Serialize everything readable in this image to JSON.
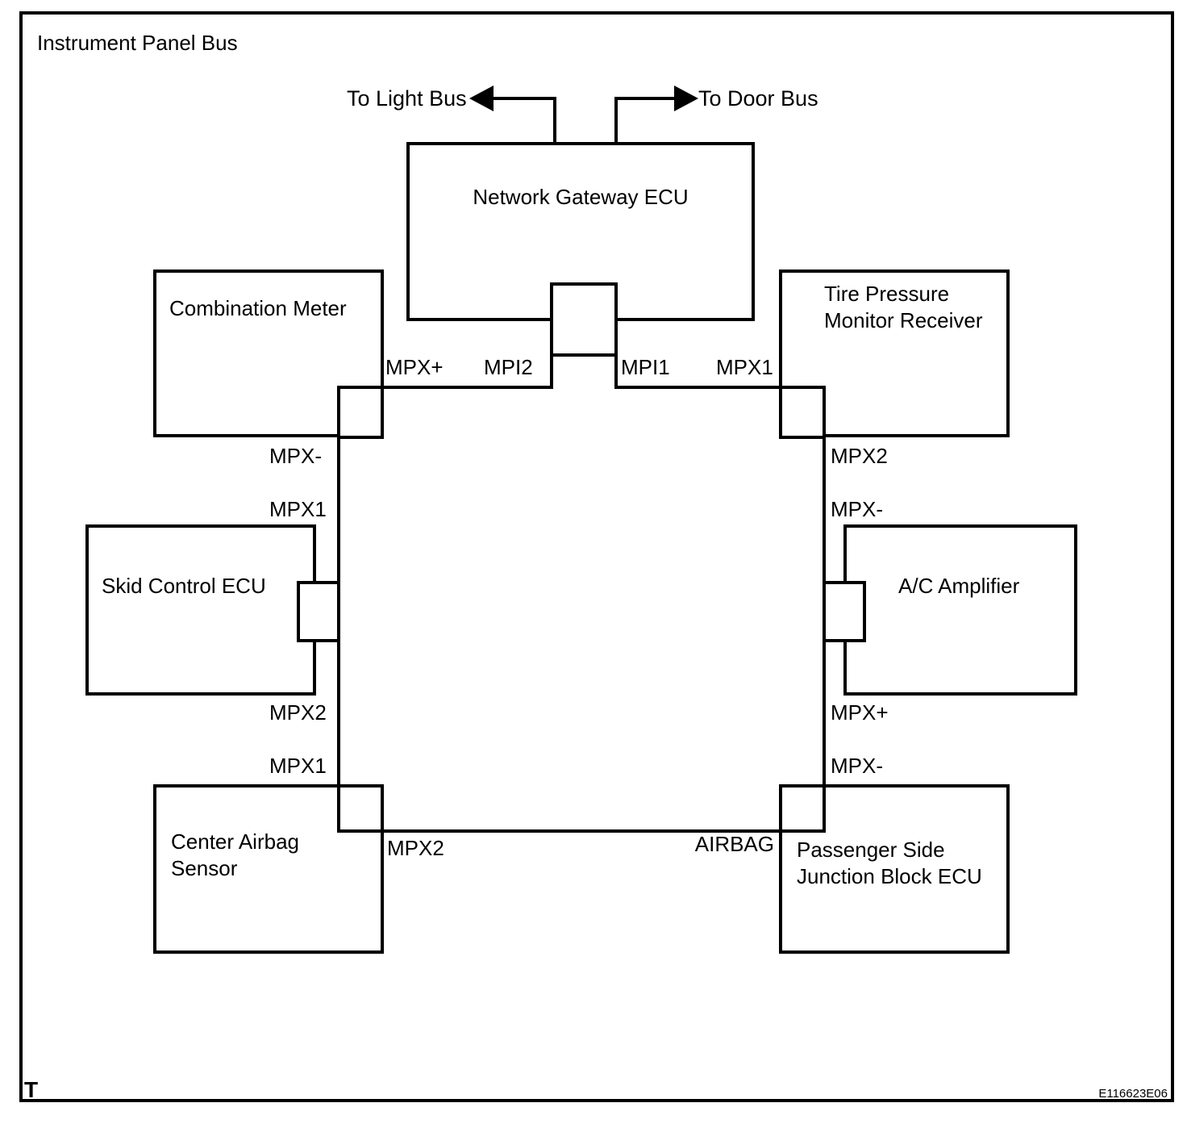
{
  "diagram": {
    "title": "Instrument Panel Bus",
    "corner_mark": "T",
    "reference_code": "E116623E06",
    "line_color": "#000000",
    "background_color": "#ffffff"
  },
  "external_links": [
    {
      "label": "To Light Bus",
      "direction": "left"
    },
    {
      "label": "To Door Bus",
      "direction": "right"
    }
  ],
  "nodes": [
    {
      "id": "network-gateway-ecu",
      "label": "Network Gateway ECU",
      "label_lines": [
        "Network Gateway ECU"
      ]
    },
    {
      "id": "combination-meter",
      "label": "Combination Meter",
      "label_lines": [
        "Combination Meter"
      ]
    },
    {
      "id": "tire-pressure-monitor-receiver",
      "label": "Tire Pressure Monitor Receiver",
      "label_lines": [
        "Tire Pressure",
        "Monitor Receiver"
      ]
    },
    {
      "id": "skid-control-ecu",
      "label": "Skid Control ECU",
      "label_lines": [
        "Skid Control ECU"
      ]
    },
    {
      "id": "ac-amplifier",
      "label": "A/C Amplifier",
      "label_lines": [
        "A/C Amplifier"
      ]
    },
    {
      "id": "center-airbag-sensor",
      "label": "Center Airbag Sensor",
      "label_lines": [
        "Center Airbag",
        "Sensor"
      ]
    },
    {
      "id": "passenger-side-junction-block-ecu",
      "label": "Passenger Side Junction Block ECU",
      "label_lines": [
        "Passenger Side",
        "Junction Block ECU"
      ]
    }
  ],
  "pin_labels": {
    "combination_meter_mpx_plus": "MPX+",
    "gateway_mpi2": "MPI2",
    "gateway_mpi1": "MPI1",
    "tire_pressure_mpx1": "MPX1",
    "combination_meter_mpx_minus": "MPX-",
    "skid_control_mpx1": "MPX1",
    "tire_pressure_mpx2": "MPX2",
    "ac_amplifier_mpx_minus": "MPX-",
    "skid_control_mpx2": "MPX2",
    "center_airbag_mpx1": "MPX1",
    "ac_amplifier_mpx_plus": "MPX+",
    "junction_block_mpx_minus": "MPX-",
    "center_airbag_mpx2": "MPX2",
    "junction_block_airbag": "AIRBAG"
  }
}
